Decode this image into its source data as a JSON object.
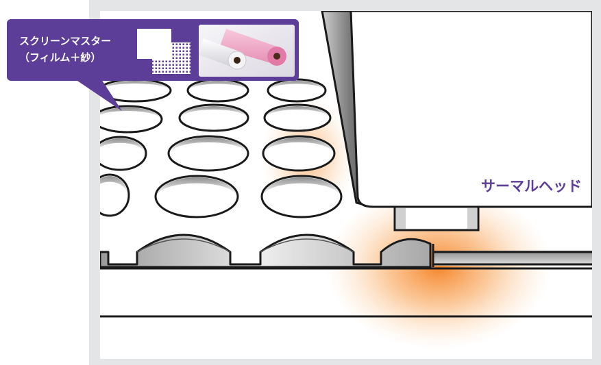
{
  "callout": {
    "line1": "スクリーンマスター",
    "line2": "（フィルム＋紗）",
    "mesh_icon": "mesh-square-icon",
    "photo": "screen-master-rolls-photo"
  },
  "thermal_head": {
    "label": "サーマルヘッド"
  },
  "colors": {
    "frame": "#e4e5e6",
    "callout": "#5c3d97",
    "label": "#5c3d97",
    "heat": "#f58220"
  }
}
